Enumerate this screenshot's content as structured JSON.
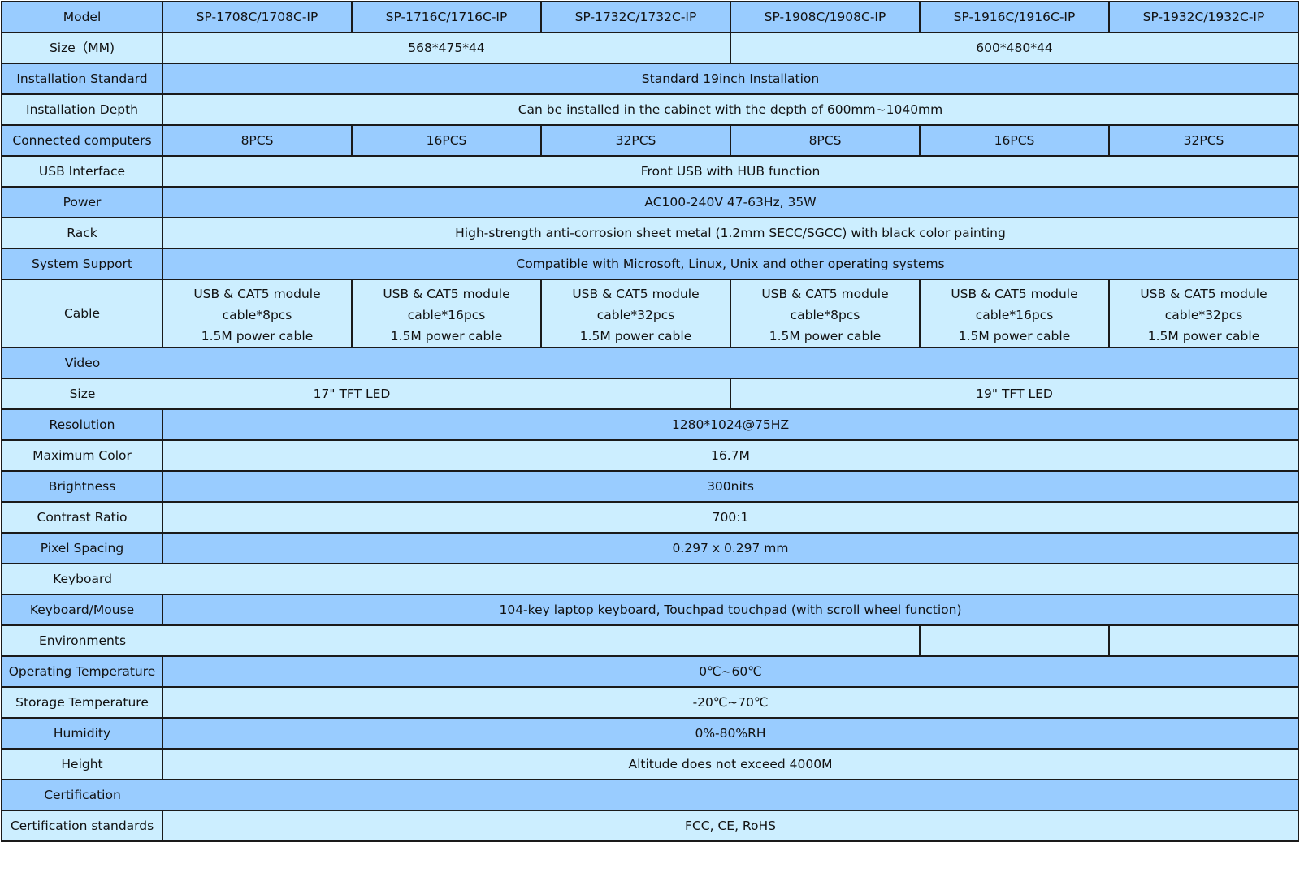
{
  "header": {
    "label": "Model",
    "models": [
      "SP-1708C/1708C-IP",
      "SP-1716C/1716C-IP",
      "SP-1732C/1732C-IP",
      "SP-1908C/1908C-IP",
      "SP-1916C/1916C-IP",
      "SP-1932C/1932C-IP"
    ]
  },
  "size_mm": {
    "label": "Size（MM)",
    "group_17": "568*475*44",
    "group_19": "600*480*44"
  },
  "installation_standard": {
    "label": "Installation Standard",
    "value": "Standard 19inch Installation"
  },
  "installation_depth": {
    "label": "Installation Depth",
    "value": "Can be installed in the cabinet with the depth of 600mm~1040mm"
  },
  "connected_computers": {
    "label": "Connected computers",
    "values": [
      "8PCS",
      "16PCS",
      "32PCS",
      "8PCS",
      "16PCS",
      "32PCS"
    ]
  },
  "usb_interface": {
    "label": "USB Interface",
    "value": "Front USB with HUB function"
  },
  "power": {
    "label": "Power",
    "value": "AC100-240V 47-63Hz, 35W"
  },
  "rack": {
    "label": "Rack",
    "value": "High-strength anti-corrosion sheet metal (1.2mm SECC/SGCC) with black color painting"
  },
  "system_support": {
    "label": "System Support",
    "value": "Compatible with Microsoft, Linux, Unix and other operating systems"
  },
  "cable": {
    "label": "Cable",
    "values": [
      [
        "USB & CAT5 module",
        "cable*8pcs",
        "1.5M power cable"
      ],
      [
        "USB & CAT5 module",
        "cable*16pcs",
        "1.5M power cable"
      ],
      [
        "USB & CAT5 module",
        "cable*32pcs",
        "1.5M power cable"
      ],
      [
        "USB & CAT5 module",
        "cable*8pcs",
        "1.5M power cable"
      ],
      [
        "USB & CAT5 module",
        "cable*16pcs",
        "1.5M power cable"
      ],
      [
        "USB & CAT5 module",
        "cable*32pcs",
        "1.5M power cable"
      ]
    ]
  },
  "video_section": {
    "label": "Video"
  },
  "screen_size": {
    "label": "Size",
    "group_17": "17\" TFT LED",
    "group_19": "19\" TFT LED"
  },
  "resolution": {
    "label": "Resolution",
    "value": "1280*1024@75HZ"
  },
  "maximum_color": {
    "label": "Maximum Color",
    "value": "16.7M"
  },
  "brightness": {
    "label": "Brightness",
    "value": "300nits"
  },
  "contrast_ratio": {
    "label": "Contrast Ratio",
    "value": "700:1"
  },
  "pixel_spacing": {
    "label": "Pixel Spacing",
    "value": "0.297 x 0.297 mm"
  },
  "keyboard_section": {
    "label": "Keyboard"
  },
  "keyboard_mouse": {
    "label": "Keyboard/Mouse",
    "value": "104-key laptop keyboard, Touchpad touchpad (with scroll wheel function)"
  },
  "environments_section": {
    "label": "Environments"
  },
  "operating_temperature": {
    "label": "Operating Temperature",
    "value": "0℃~60℃"
  },
  "storage_temperature": {
    "label": "Storage Temperature",
    "value": "-20℃~70℃"
  },
  "humidity": {
    "label": "Humidity",
    "value": "0%-80%RH"
  },
  "height": {
    "label": "Height",
    "value": "Altitude does not exceed 4000M"
  },
  "certification_section": {
    "label": "Certification"
  },
  "certification_standards": {
    "label": "Certification standards",
    "value": "FCC, CE, RoHS"
  },
  "colors": {
    "row_dark": "#99ccff",
    "row_light": "#cceeff",
    "border": "#1a1a1a"
  }
}
